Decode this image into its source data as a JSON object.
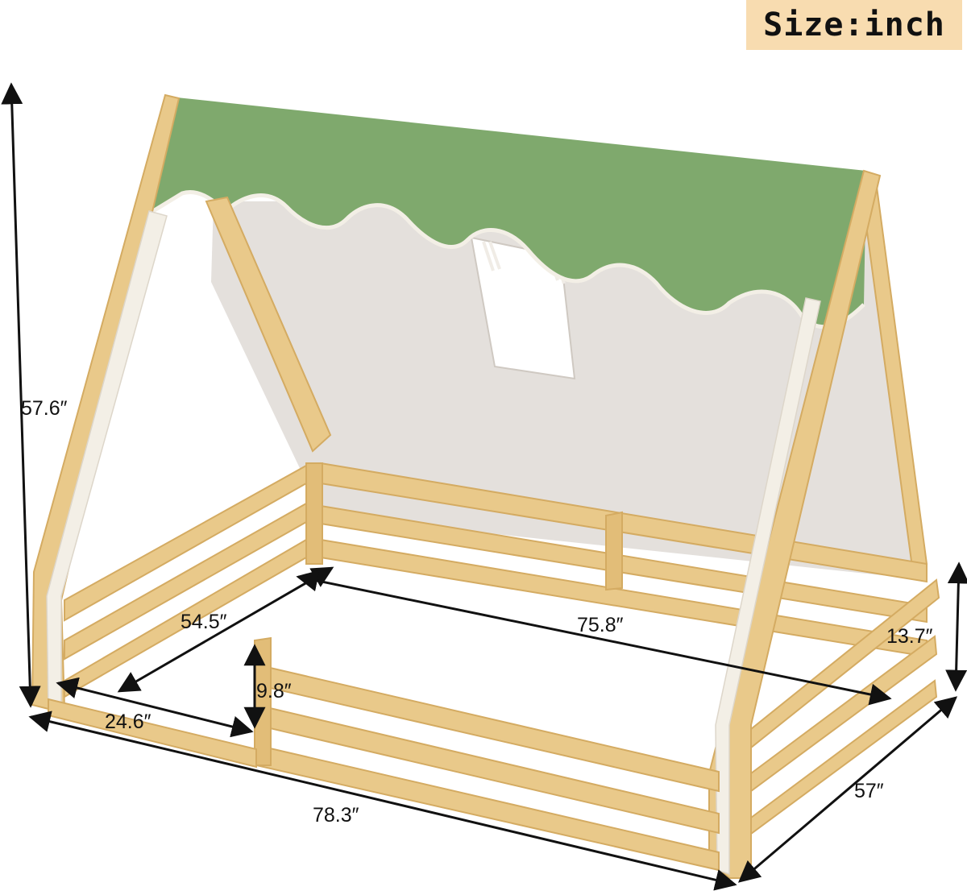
{
  "badge": {
    "text": "Size:inch"
  },
  "dimensions": {
    "height": "57.6″",
    "inner_width": "54.5″",
    "inner_length": "75.8″",
    "rail_height": "13.7″",
    "gate_height": "9.8″",
    "opening": "24.6″",
    "total_length": "78.3″",
    "total_width": "57″"
  },
  "colors": {
    "wood": "#e9c98a",
    "wood_dark": "#d4ab62",
    "canopy": "#7fa96d",
    "fabric": "#e4e0dc",
    "trim": "#f3efe6"
  }
}
